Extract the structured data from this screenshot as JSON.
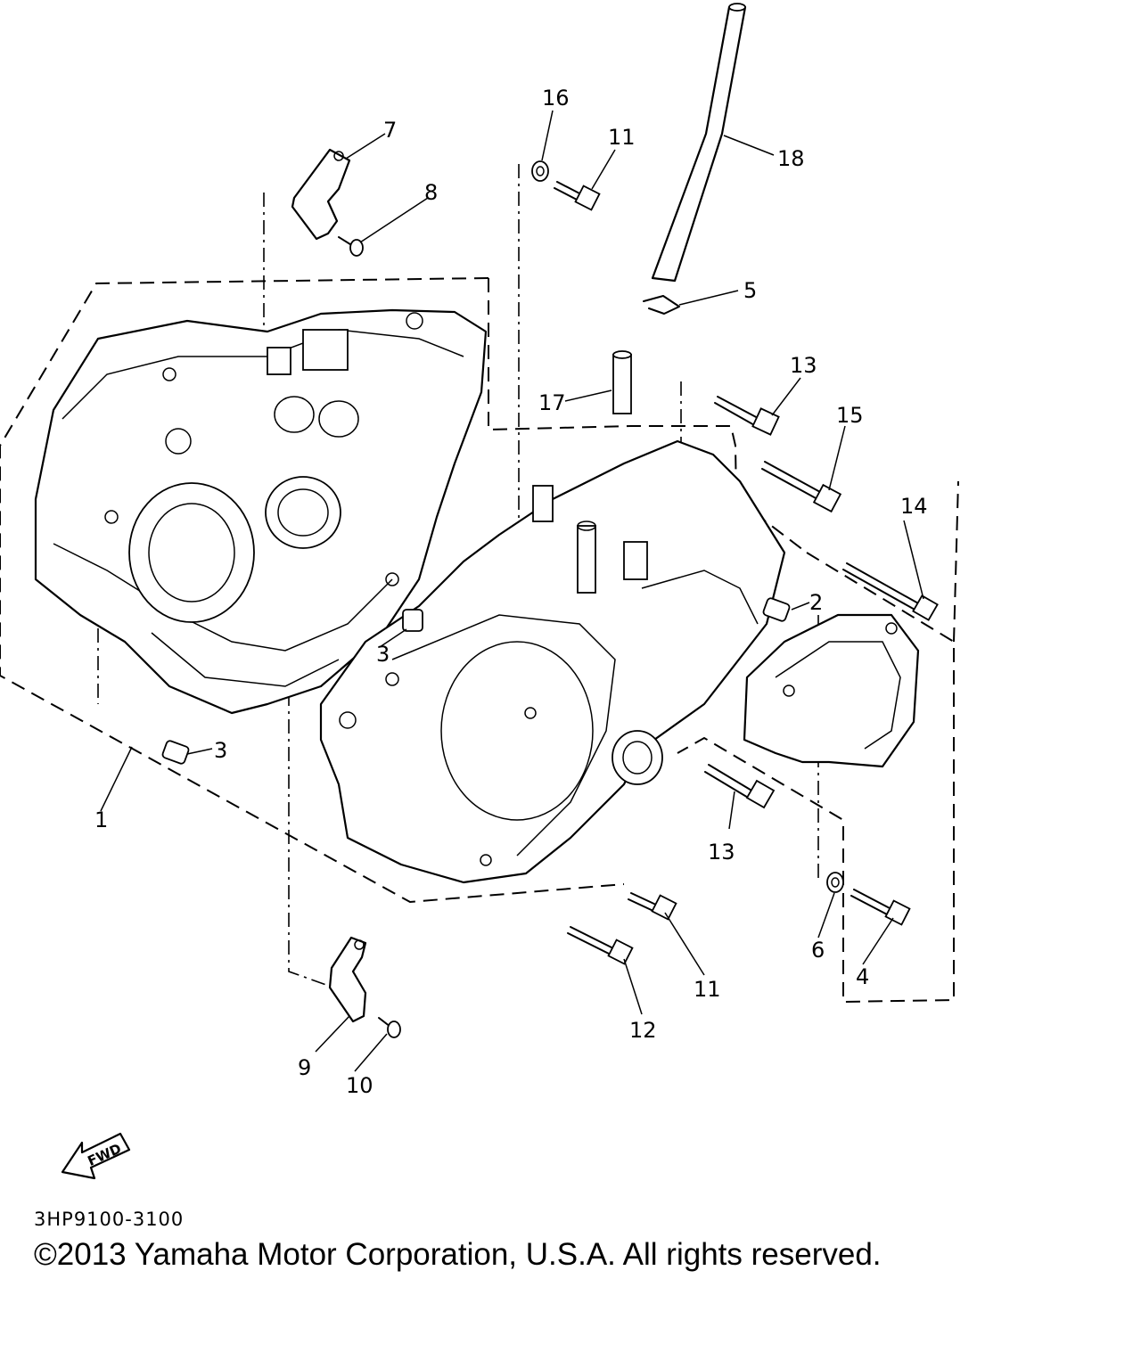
{
  "diagram": {
    "callouts": {
      "c1": "1",
      "c2": "2",
      "c3a": "3",
      "c3b": "3",
      "c4": "4",
      "c5": "5",
      "c6": "6",
      "c7": "7",
      "c8": "8",
      "c9": "9",
      "c10": "10",
      "c11a": "11",
      "c11b": "11",
      "c12": "12",
      "c13a": "13",
      "c13b": "13",
      "c14": "14",
      "c15": "15",
      "c16": "16",
      "c17": "17",
      "c18": "18"
    },
    "fwd_label": "FWD"
  },
  "footer": {
    "catalog_code": "3HP9100-3100",
    "copyright": "©2013 Yamaha Motor Corporation, U.S.A. All rights reserved."
  }
}
